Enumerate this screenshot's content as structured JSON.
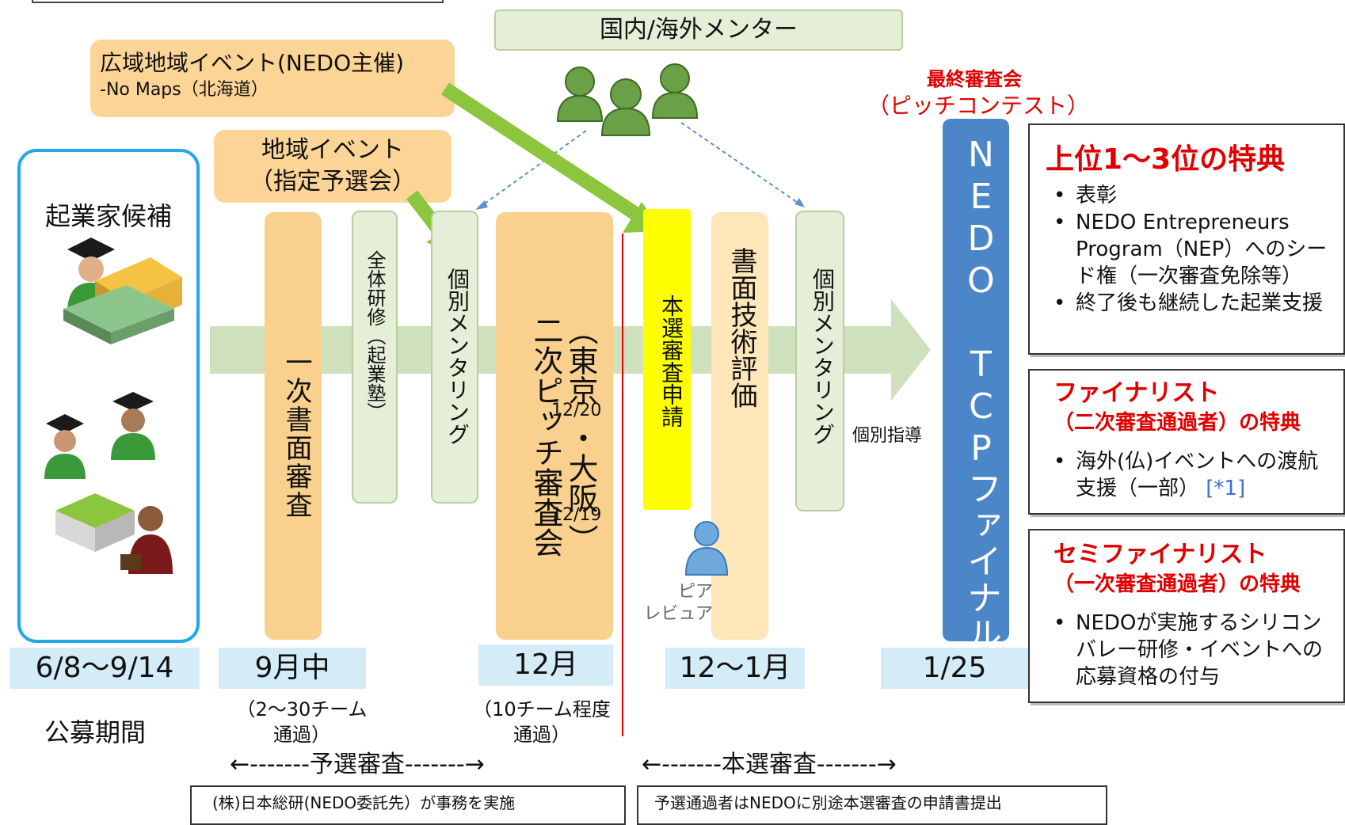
{
  "mentor_label": "国内/海外メンター",
  "regional_event": {
    "line1": "広域地域イベント(NEDO主催)",
    "line2": "-No Maps（北海道）"
  },
  "local_event": {
    "line1": "地域イベント",
    "line2": "（指定予選会）"
  },
  "final_screening": {
    "line1": "最終審査会",
    "line2": "（ピッチコンテスト）"
  },
  "candidates_label": "起業家候補",
  "stages": {
    "first_screening": "一次書面審査",
    "training": "全体研修（起業塾）",
    "mentoring1": "個別メンタリング",
    "pitch_col_a": "（東京",
    "pitch_date_a": "12/20",
    "pitch_col_b": "・大阪",
    "pitch_date_b": "12/19",
    "pitch_col_c": "）",
    "pitch_col_d": "二次ピッ",
    "pitch_col_e": "チ審査会",
    "application": "本選審査申請",
    "tech_eval": "書面技術評価",
    "mentoring2": "個別メンタリング",
    "final": "NEDO TCPファイナル"
  },
  "individual_guidance": "個別指導",
  "peer_review": {
    "line1": "ピア",
    "line2": "レビュア"
  },
  "dates": {
    "d1": "6/8〜9/14",
    "d2": "9月中",
    "d3": "12月",
    "d4": "12〜1月",
    "d5": "1/25"
  },
  "recruitment_period": "公募期間",
  "notes": {
    "n1a": "（2〜30チーム",
    "n1b": "通過）",
    "n2a": "（10チーム程度",
    "n2b": "通過）"
  },
  "phase_labels": {
    "prelim": "←-------予選審査-------→",
    "main": "←-------本選審査-------→"
  },
  "footer": {
    "left": "(株)日本総研(NEDO委託先）が事務を実施",
    "right": "予選通過者はNEDOに別途本選審査の申請書提出"
  },
  "benefits": {
    "top3": {
      "title": "上位1〜3位の特典",
      "items": [
        "表彰",
        "NEDO Entrepreneurs Program（NEP）へのシード権（一次審査免除等）",
        "終了後も継続した起業支援"
      ]
    },
    "finalist": {
      "title1": "ファイナリスト",
      "title2": "（二次審査通過者）の特典",
      "item": "海外(仏)イベントへの渡航支援（一部）",
      "ref": "[*1]"
    },
    "semifinalist": {
      "title1": "セミファイナリスト",
      "title2": "（一次審査通過者）の特典",
      "item": "NEDOが実施するシリコンバレー研修・イベントへの応募資格の付与"
    }
  },
  "colors": {
    "orange": "#fbd496",
    "green_arrow": "#8cc63f",
    "blue_final": "#4a86c8",
    "red_text": "#e00000",
    "yellow": "#ffff00",
    "light_blue": "#d4ecf7"
  }
}
